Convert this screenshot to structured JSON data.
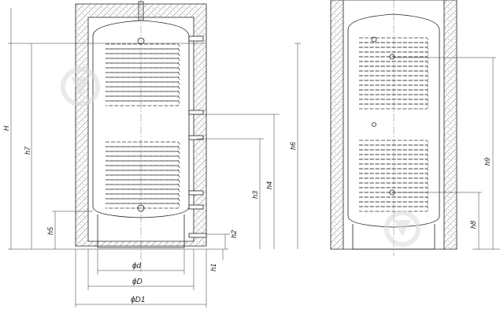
{
  "left_view": {
    "dimension_labels": {
      "H": "H",
      "h7": "h7",
      "h1": "h1",
      "h2": "h2",
      "h3": "h3",
      "h4": "h4",
      "h5": "h5",
      "h6": "h6",
      "phi_d": "ϕd",
      "phi_D": "ϕD",
      "phi_D1": "ϕD1"
    }
  },
  "right_view": {
    "dimension_labels": {
      "h9": "h9",
      "h8": "h8"
    }
  },
  "colors": {
    "line": "#222222",
    "insulation_hatch": "#888888",
    "watermark": "#d9d9d9"
  },
  "icons": [
    "watermark-logo-icon"
  ]
}
